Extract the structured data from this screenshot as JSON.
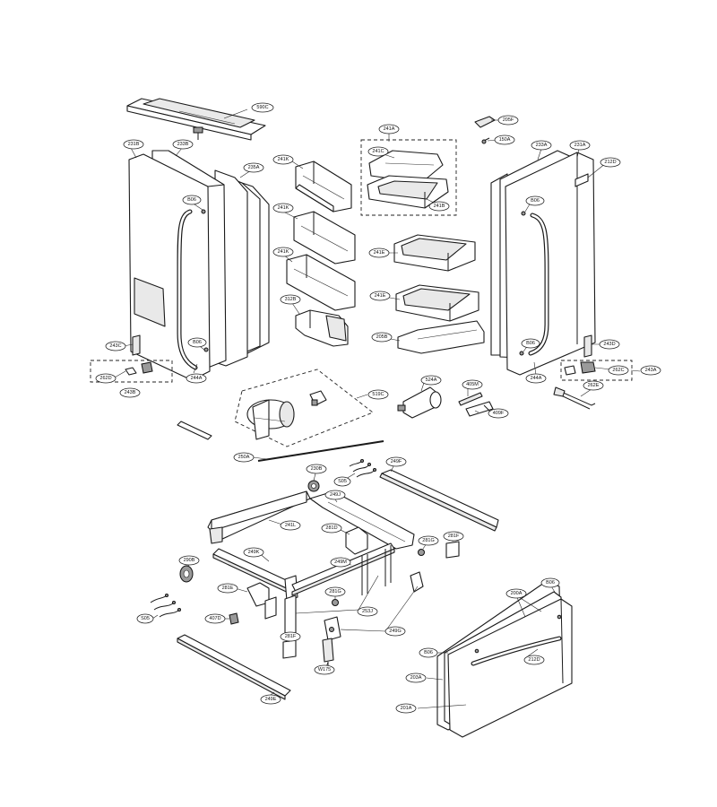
{
  "callouts": [
    {
      "id": "c-590c",
      "label": "590C"
    },
    {
      "id": "c-205f",
      "label": "205F"
    },
    {
      "id": "c-150a",
      "label": "150A"
    },
    {
      "id": "c-241a",
      "label": "241A"
    },
    {
      "id": "c-241c",
      "label": "241C"
    },
    {
      "id": "c-241b",
      "label": "241B"
    },
    {
      "id": "c-231b",
      "label": "231B"
    },
    {
      "id": "c-233b",
      "label": "233B"
    },
    {
      "id": "c-235a",
      "label": "235A"
    },
    {
      "id": "c-806-ul",
      "label": "B06"
    },
    {
      "id": "c-241k-1",
      "label": "241K"
    },
    {
      "id": "c-241k-2",
      "label": "241K"
    },
    {
      "id": "c-241k-3",
      "label": "241K"
    },
    {
      "id": "c-312b",
      "label": "312B"
    },
    {
      "id": "c-233a",
      "label": "233A"
    },
    {
      "id": "c-231a",
      "label": "231A"
    },
    {
      "id": "c-212d-top",
      "label": "212D"
    },
    {
      "id": "c-806-ur",
      "label": "B06"
    },
    {
      "id": "c-241e-1",
      "label": "241E"
    },
    {
      "id": "c-241e-2",
      "label": "241E"
    },
    {
      "id": "c-205b",
      "label": "205B"
    },
    {
      "id": "c-243c",
      "label": "243C"
    },
    {
      "id": "c-806-ll",
      "label": "B06"
    },
    {
      "id": "c-262d",
      "label": "262D"
    },
    {
      "id": "c-244a-l",
      "label": "244A"
    },
    {
      "id": "c-243b",
      "label": "243B"
    },
    {
      "id": "c-806-lr",
      "label": "B06"
    },
    {
      "id": "c-243d",
      "label": "243D"
    },
    {
      "id": "c-262c",
      "label": "262C"
    },
    {
      "id": "c-243a",
      "label": "243A"
    },
    {
      "id": "c-244a-r",
      "label": "244A"
    },
    {
      "id": "c-262e",
      "label": "262E"
    },
    {
      "id": "c-519c",
      "label": "519C"
    },
    {
      "id": "c-524a",
      "label": "524A"
    },
    {
      "id": "c-405m",
      "label": "405M"
    },
    {
      "id": "c-409f",
      "label": "409F"
    },
    {
      "id": "c-250a",
      "label": "250A"
    },
    {
      "id": "c-230b",
      "label": "230B"
    },
    {
      "id": "c-s05-1",
      "label": "S05"
    },
    {
      "id": "c-249f",
      "label": "249F"
    },
    {
      "id": "c-249j",
      "label": "249J"
    },
    {
      "id": "c-241l",
      "label": "241L"
    },
    {
      "id": "c-281d",
      "label": "281D"
    },
    {
      "id": "c-281g",
      "label": "281G"
    },
    {
      "id": "c-281f-1",
      "label": "281F"
    },
    {
      "id": "c-249k",
      "label": "249K"
    },
    {
      "id": "c-249m",
      "label": "249M"
    },
    {
      "id": "c-290b",
      "label": "290B"
    },
    {
      "id": "c-281e",
      "label": "281E"
    },
    {
      "id": "c-281g-2",
      "label": "281G"
    },
    {
      "id": "c-253j",
      "label": "253J"
    },
    {
      "id": "c-s05-2",
      "label": "S05"
    },
    {
      "id": "c-407d",
      "label": "407D"
    },
    {
      "id": "c-249g",
      "label": "249G"
    },
    {
      "id": "c-281f-2",
      "label": "281F"
    },
    {
      "id": "c-w175",
      "label": "W175"
    },
    {
      "id": "c-249e",
      "label": "249E"
    },
    {
      "id": "c-200a",
      "label": "200A"
    },
    {
      "id": "c-806-bot",
      "label": "B06"
    },
    {
      "id": "c-806-mid",
      "label": "B06"
    },
    {
      "id": "c-212d-bot",
      "label": "212D"
    },
    {
      "id": "c-203a",
      "label": "203A"
    },
    {
      "id": "c-201a",
      "label": "201A"
    }
  ]
}
